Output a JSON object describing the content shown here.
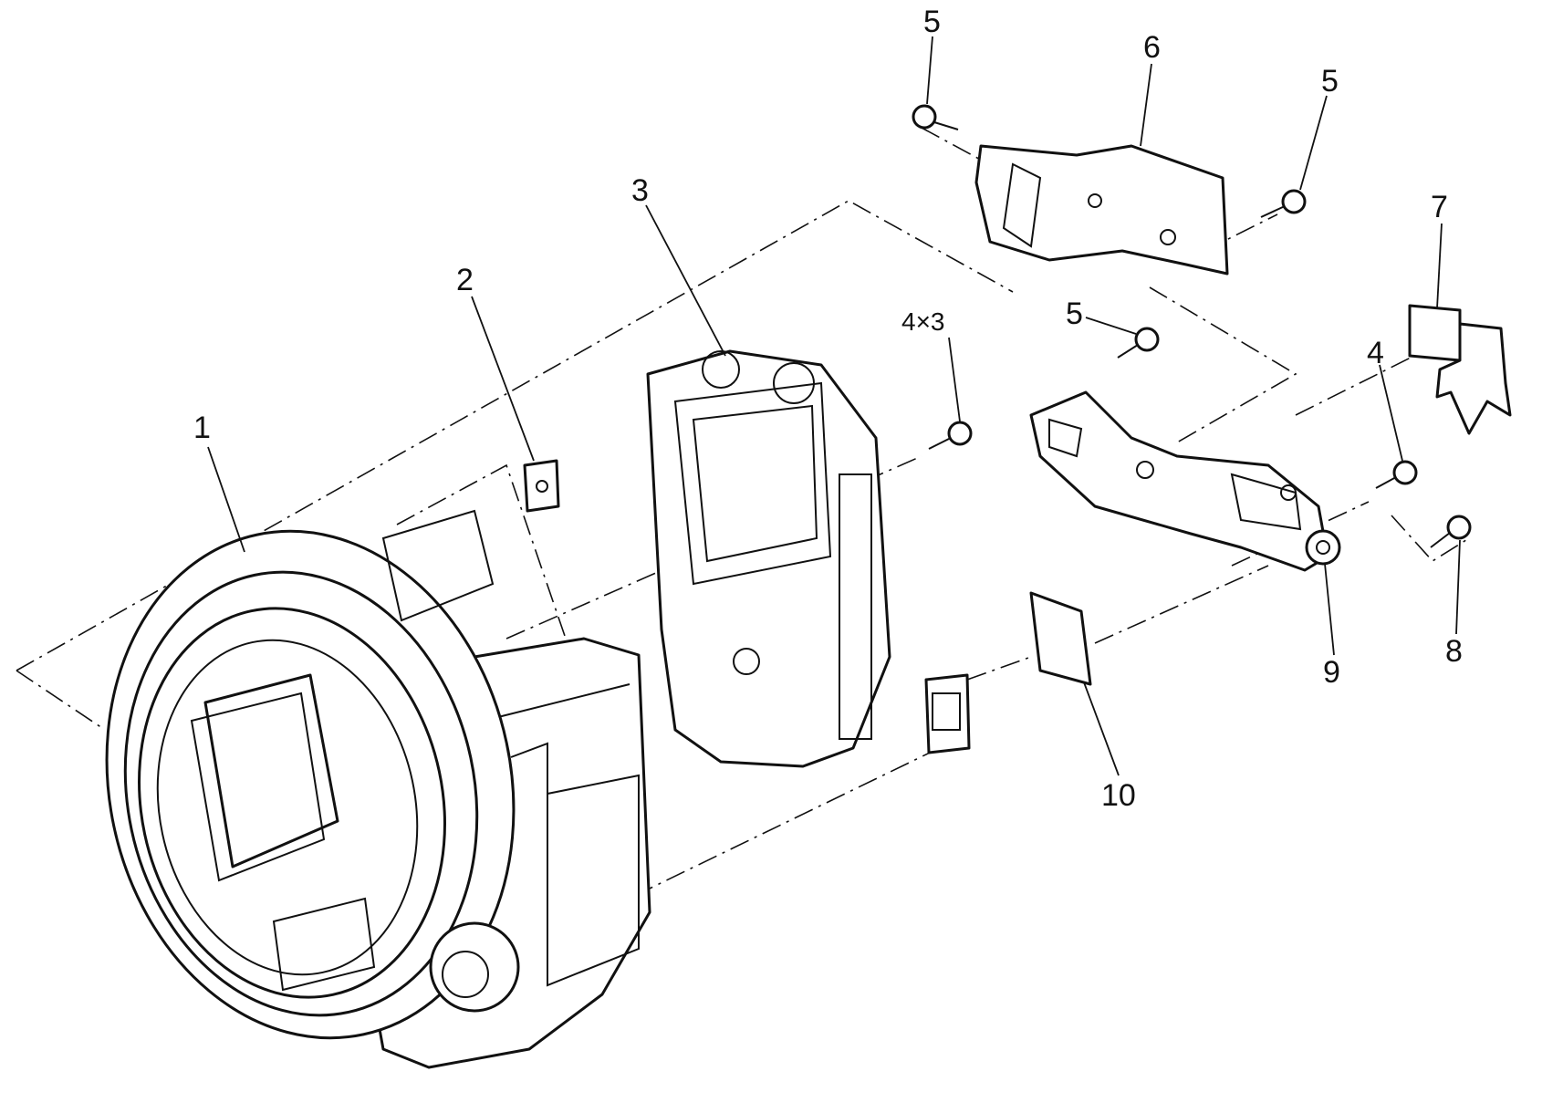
{
  "callouts": {
    "c1": "1",
    "c2": "2",
    "c3": "3",
    "c4x3": "4×3",
    "c4": "4",
    "c5a": "5",
    "c5b": "5",
    "c5c": "5",
    "c6": "6",
    "c7": "7",
    "c8": "8",
    "c9": "9",
    "c10": "10"
  }
}
